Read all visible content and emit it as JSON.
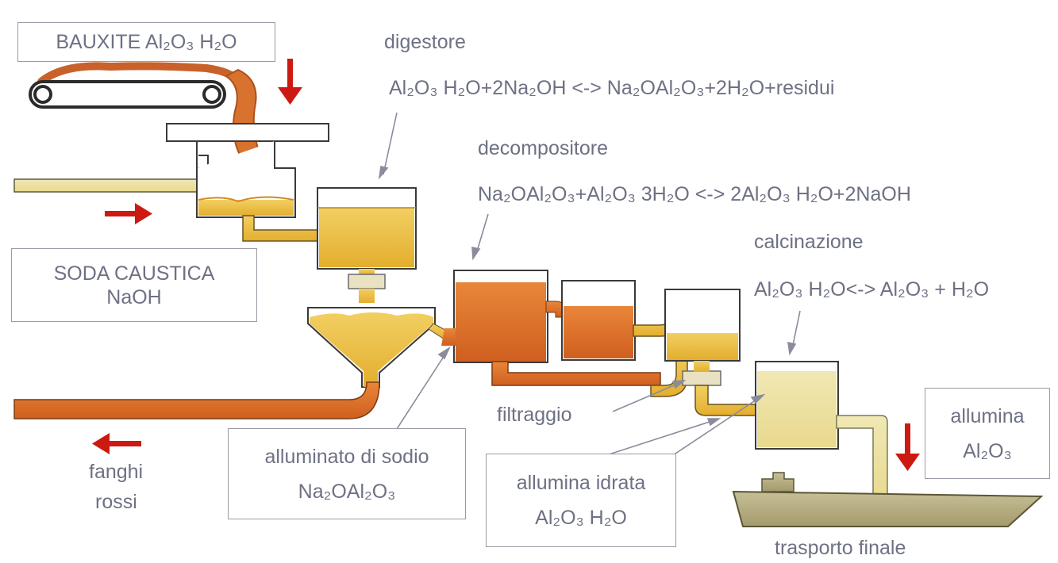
{
  "boxes": {
    "bauxite": "BAUXITE Al₂O₃ H₂O",
    "soda_line1": "SODA CAUSTICA",
    "soda_line2": "NaOH",
    "alluminato_line1": "alluminato di sodio",
    "alluminato_line2": "Na₂OAl₂O₃",
    "idrata_line1": "allumina idrata",
    "idrata_line2": "Al₂O₃ H₂O",
    "allumina_line1": "allumina",
    "allumina_line2": "Al₂O₃"
  },
  "labels": {
    "digestore": "digestore",
    "digestore_eq": "Al₂O₃ H₂O+2Na₂OH <-> Na₂OAl₂O₃+2H₂O+residui",
    "decompositore": "decompositore",
    "decompositore_eq": "Na₂OAl₂O₃+Al₂O₃ 3H₂O <-> 2Al₂O₃ H₂O+2NaOH",
    "calcinazione": "calcinazione",
    "calcinazione_eq": "Al₂O₃ H₂O<-> Al₂O₃ + H₂O",
    "filtraggio": "filtraggio",
    "fanghi_line1": "fanghi",
    "fanghi_line2": "rossi",
    "trasporto": "trasporto finale"
  },
  "colors": {
    "label_text": "#6e7184",
    "arrow_red": "#cc1a12",
    "liquor_yellow": "#ecbc3c",
    "mud_orange": "#e0752a",
    "caustic_green": "#dde59a",
    "ship_khaki": "#b5ac80"
  }
}
